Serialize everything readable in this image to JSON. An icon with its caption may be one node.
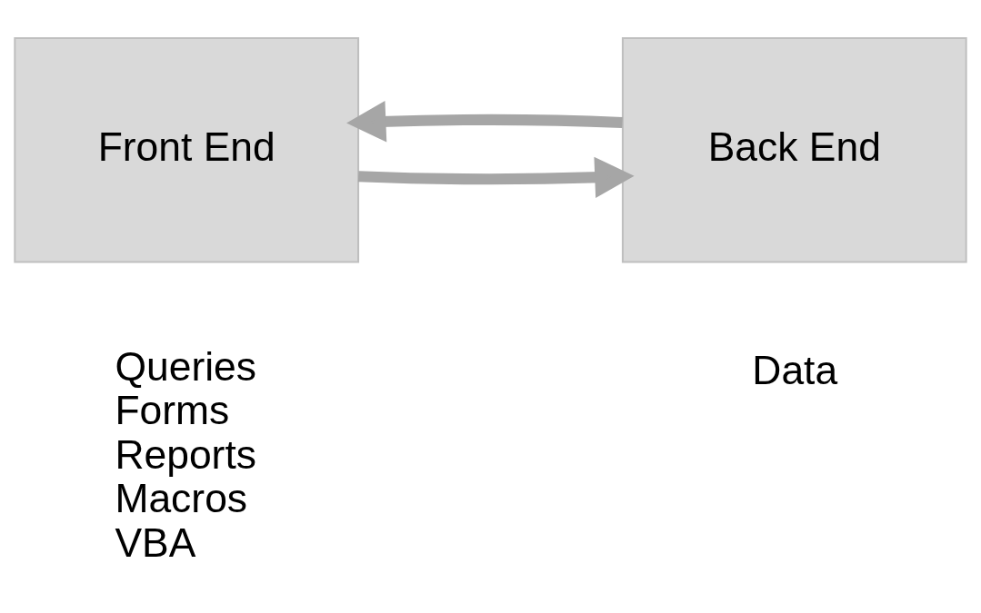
{
  "diagram": {
    "nodes": [
      {
        "text": [
          "Front End"
        ],
        "beside": [
          "Queries",
          "Forms",
          "Reports",
          "Macros",
          "VBA"
        ]
      },
      {
        "text": [
          "Back End"
        ],
        "beside": [
          "Data"
        ]
      }
    ],
    "edges": [
      {
        "from": 0,
        "to": 1,
        "arrow": "to"
      },
      {
        "from": 1,
        "to": 0,
        "arrow": "to"
      }
    ]
  }
}
